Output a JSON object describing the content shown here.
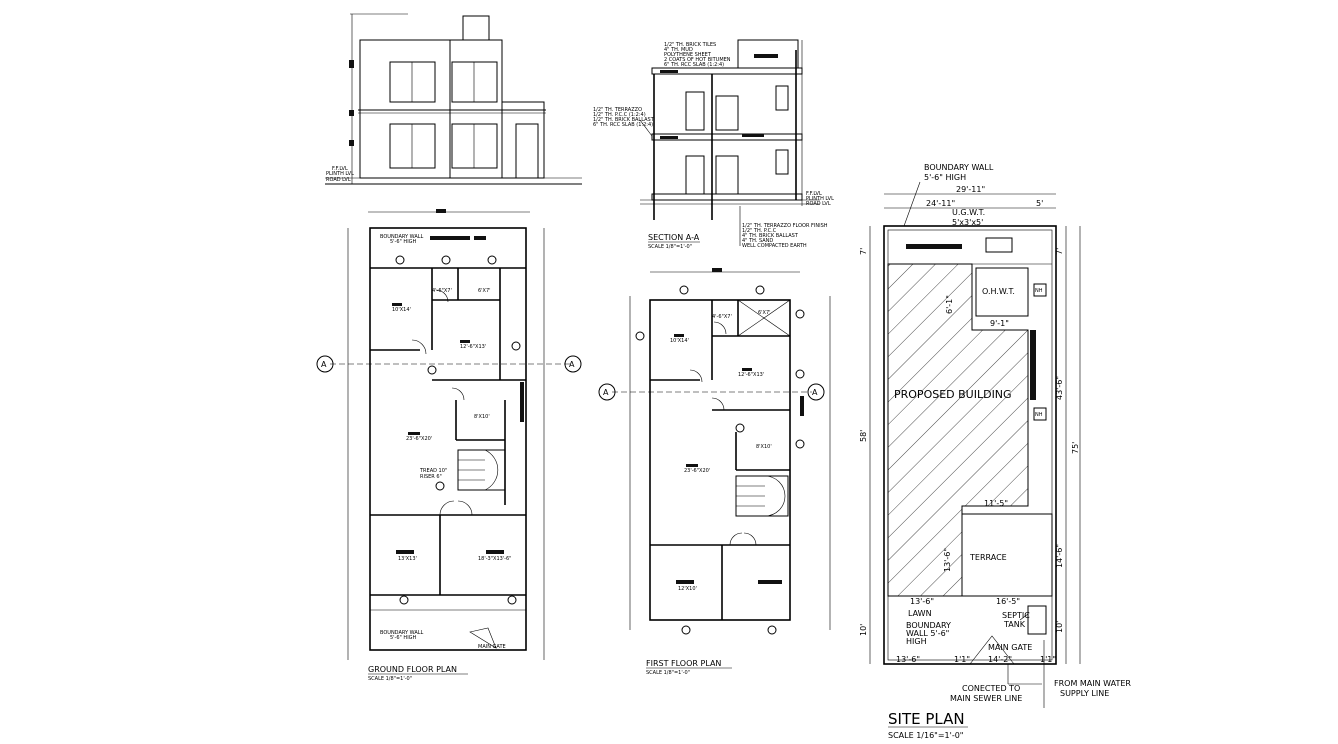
{
  "title_blocks": {
    "ground_floor_plan": {
      "title": "GROUND FLOOR PLAN",
      "scale": "SCALE 1/8\"=1'-0\""
    },
    "first_floor_plan": {
      "title": "FIRST FLOOR PLAN",
      "scale": "SCALE 1/8\"=1'-0\""
    },
    "section": {
      "title": "SECTION A-A",
      "scale": "SCALE 1/8\"=1'-0\""
    },
    "site_plan": {
      "title": "SITE PLAN",
      "scale": "SCALE 1/16\"=1'-0\""
    }
  },
  "section_markers": {
    "a": "A"
  },
  "elevation": {
    "levels": [
      "F.F.LVL",
      "PLINTH LVL",
      "ROAD LVL"
    ]
  },
  "section_notes": {
    "roof": [
      "1/2\" TH. BRICK TILES",
      "4\" TH. MUD",
      "POLYTHENE SHEET",
      "2 COATS OF HOT BITUMEN",
      "6\" TH. RCC SLAB (1:2:4)"
    ],
    "floor": [
      "1/2\" TH. TERRAZZO",
      "1/2\" TH. P.C.C (1:2:4)",
      "1/2\" TH. BRICK BALLAST",
      "6\" TH. RCC SLAB (1:2:4)"
    ],
    "ground": [
      "1/2\" TH. TERRAZZO FLOOR FINISH",
      "1/2\" TH. P.C.C",
      "4\" TH. BRICK BALLAST",
      "4\" TH. SAND",
      "WELL COMPACTED EARTH"
    ]
  },
  "ground_floor": {
    "boundary_wall": [
      "BOUNDARY WALL",
      "5'-6\" HIGH"
    ],
    "main_gate": "MAIN GATE",
    "rooms": [
      "10'X14'",
      "4'-6\"X7'",
      "6'X7'",
      "12'-6\"X13'",
      "8'X10'",
      "23'-6\"X20'",
      "13'X13'",
      "18'-3\"X13'-6\""
    ],
    "stair_note": [
      "TREAD 10\"",
      "RISER 6\""
    ]
  },
  "first_floor": {
    "rooms": [
      "10'X14'",
      "4'-6\"X7'",
      "6'X7'",
      "12'-6\"X13'",
      "8'X10'",
      "23'-6\"X20'",
      "12'X10'"
    ]
  },
  "site_plan": {
    "boundary_wall_top": [
      "BOUNDARY WALL",
      "5'-6\" HIGH"
    ],
    "ugwt": [
      "U.G.W.T.",
      "5'x3'x5'"
    ],
    "ohwt": "O.H.W.T.",
    "nh": "NH",
    "proposed_building": "PROPOSED BUILDING",
    "terrace": "TERRACE",
    "lawn": "LAWN",
    "boundary_wall_bottom": [
      "BOUNDARY",
      "WALL  5'-6\"",
      "HIGH"
    ],
    "septic_tank": [
      "SEPTIC",
      "TANK"
    ],
    "main_gate": "MAIN GATE",
    "sewer_note": [
      "CONECTED  TO",
      "MAIN  SEWER LINE"
    ],
    "water_note": [
      "FROM MAIN WATER",
      "SUPPLY LINE"
    ],
    "dims": {
      "overall_width": "29'-11\"",
      "top_left": "24'-11\"",
      "top_right": "5'",
      "left_top": "7'",
      "left_mid": "58'",
      "left_bottom": "10'",
      "right_top": "7'",
      "right_a": "43'-6\"",
      "right_b": "14'-6\"",
      "right_c": "10'",
      "overall_depth": "75'",
      "ohwt_h": "6'-1\"",
      "ohwt_w": "9'-1\"",
      "terrace_w": "11'-5\"",
      "terrace_h": "13'-6\"",
      "lawn_left": "13'-6\"",
      "lawn_right": "16'-5\"",
      "bottom_a": "13'-6\"",
      "bottom_b": "1'1\"",
      "bottom_c": "14'-2\"",
      "bottom_d": "1'1\""
    }
  }
}
